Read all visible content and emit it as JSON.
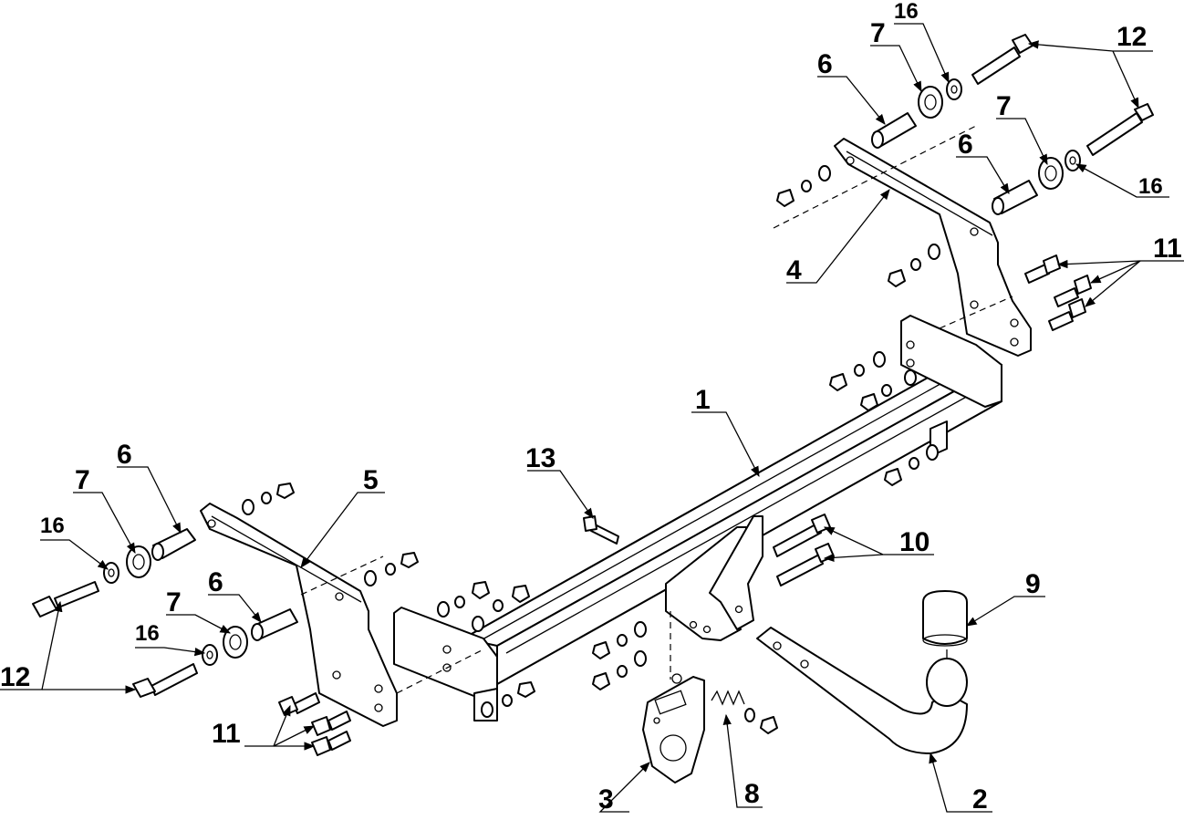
{
  "diagram": {
    "callouts": {
      "c1": "1",
      "c2": "2",
      "c3": "3",
      "c4": "4",
      "c5": "5",
      "c6a": "6",
      "c6b": "6",
      "c6c": "6",
      "c6d": "6",
      "c7a": "7",
      "c7b": "7",
      "c7c": "7",
      "c7d": "7",
      "c8": "8",
      "c9": "9",
      "c10": "10",
      "c11a": "11",
      "c11b": "11",
      "c12a": "12",
      "c12b": "12",
      "c13": "13",
      "c16a": "16",
      "c16b": "16",
      "c16c": "16",
      "c16d": "16"
    }
  }
}
